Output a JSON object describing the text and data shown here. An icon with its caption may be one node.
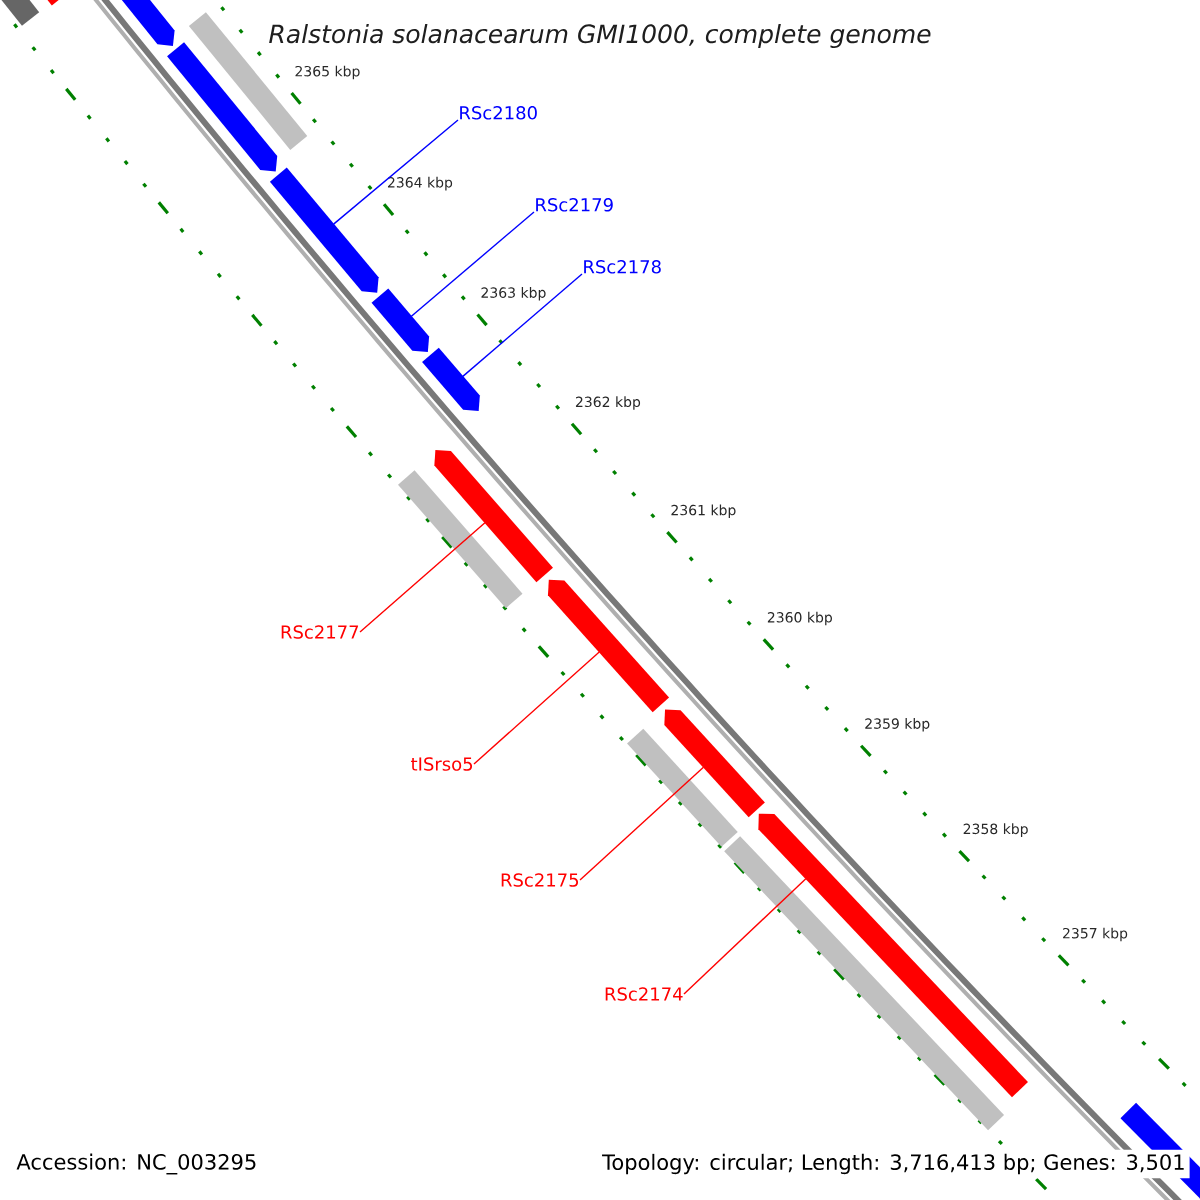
{
  "diagram": {
    "title": "Ralstonia solanacearum GMI1000, complete genome",
    "nodes": [
      {
        "text": [],
        "shape": "bar"
      },
      {
        "text": [],
        "shape": "arrow"
      },
      {
        "text": [],
        "shape": "arrow"
      },
      {
        "text": [],
        "shape": "bar"
      },
      {
        "text": [],
        "shape": "arrow"
      },
      {
        "text": [],
        "shape": "arrow"
      },
      {
        "text": [],
        "shape": "arrow"
      },
      {
        "text": [],
        "shape": "arrow"
      },
      {
        "text": [],
        "shape": "bar"
      },
      {
        "text": [],
        "shape": "arrow"
      },
      {
        "text": [],
        "shape": "arrow"
      },
      {
        "text": [],
        "shape": "bar"
      },
      {
        "text": [],
        "shape": "arrow"
      },
      {
        "text": [],
        "shape": "bar"
      },
      {
        "text": [],
        "shape": "arrow"
      },
      {
        "text": [],
        "shape": "arrow"
      },
      {
        "text": [
          "RSc2180"
        ]
      },
      {
        "text": [
          "RSc2179"
        ]
      },
      {
        "text": [
          "RSc2178"
        ]
      },
      {
        "text": [
          "RSc2177"
        ]
      },
      {
        "text": [
          "tISrso5"
        ]
      },
      {
        "text": [
          "RSc2175"
        ]
      },
      {
        "text": [
          "RSc2174"
        ]
      }
    ],
    "edges": [
      {
        "from": 16,
        "to": 5,
        "arrow": "none",
        "color": "#0000ff"
      },
      {
        "from": 17,
        "to": 6,
        "arrow": "none",
        "color": "#0000ff"
      },
      {
        "from": 18,
        "to": 7,
        "arrow": "none",
        "color": "#0000ff"
      },
      {
        "from": 19,
        "to": 9,
        "arrow": "none",
        "color": "#ff0000"
      },
      {
        "from": 20,
        "to": 10,
        "arrow": "none",
        "color": "#ff0000"
      },
      {
        "from": 21,
        "to": 12,
        "arrow": "none",
        "color": "#ff0000"
      },
      {
        "from": 22,
        "to": 14,
        "arrow": "none",
        "color": "#ff0000"
      }
    ],
    "labels": [
      "2365 kbp",
      "2364 kbp",
      "2363 kbp",
      "2362 kbp",
      "2361 kbp",
      "2360 kbp",
      "2359 kbp",
      "2358 kbp",
      "2357 kbp",
      "Accession: NC_003295",
      "Topology: circular; Length: 3,716,413 bp; Genes: 3,501"
    ]
  }
}
